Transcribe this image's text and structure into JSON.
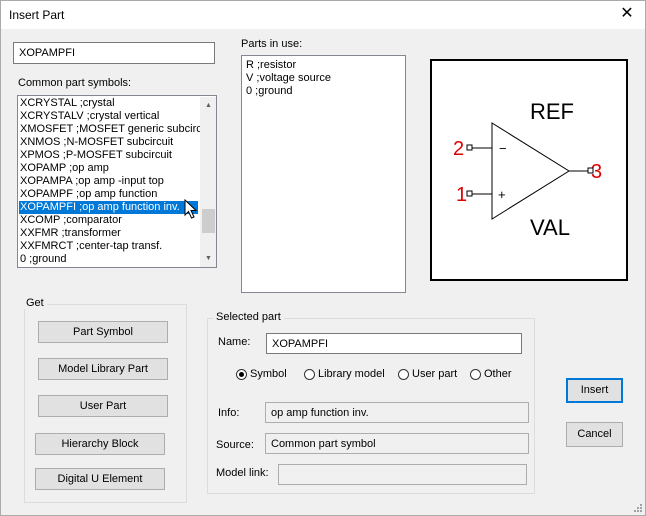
{
  "window": {
    "title": "Insert Part",
    "close_glyph": "✕"
  },
  "part_name_field": {
    "value": "XOPAMPFI"
  },
  "common_symbols": {
    "label": "Common part symbols:",
    "items": [
      "XCRYSTAL  ;crystal",
      "XCRYSTALV  ;crystal vertical",
      "XMOSFET  ;MOSFET generic subcircui",
      "XNMOS  ;N-MOSFET subcircuit",
      "XPMOS  ;P-MOSFET subcircuit",
      "XOPAMP  ;op amp",
      "XOPAMPA  ;op amp -input top",
      "XOPAMPF  ;op amp function",
      "XOPAMPFI  ;op amp function inv.",
      "XCOMP  ;comparator",
      "XXFMR  ;transformer",
      "XXFMRCT  ;center-tap transf.",
      "0  ;ground"
    ],
    "selected_index": 8
  },
  "parts_in_use": {
    "label": "Parts in use:",
    "items": [
      "R  ;resistor",
      "V  ;voltage source",
      "0  ;ground"
    ]
  },
  "preview": {
    "ref": "REF",
    "val": "VAL",
    "pin_inverting": "2",
    "pin_noninverting": "1",
    "pin_output": "3",
    "minus_sign": "−",
    "plus_sign": "+"
  },
  "get_group": {
    "title": "Get",
    "buttons": [
      "Part Symbol",
      "Model Library Part",
      "User Part",
      "Hierarchy Block",
      "Digital U Element"
    ]
  },
  "selected_part": {
    "title": "Selected part",
    "name_label": "Name:",
    "name_value": "XOPAMPFI",
    "radios": [
      {
        "label": "Symbol",
        "checked": true
      },
      {
        "label": "Library model",
        "checked": false
      },
      {
        "label": "User part",
        "checked": false
      },
      {
        "label": "Other",
        "checked": false
      }
    ],
    "info_label": "Info:",
    "info_value": "op amp function inv.",
    "source_label": "Source:",
    "source_value": "Common part symbol",
    "model_link_label": "Model link:",
    "model_link_value": ""
  },
  "actions": {
    "insert": "Insert",
    "cancel": "Cancel"
  },
  "colors": {
    "accent": "#0078d7",
    "pin_number": "#e00000"
  }
}
